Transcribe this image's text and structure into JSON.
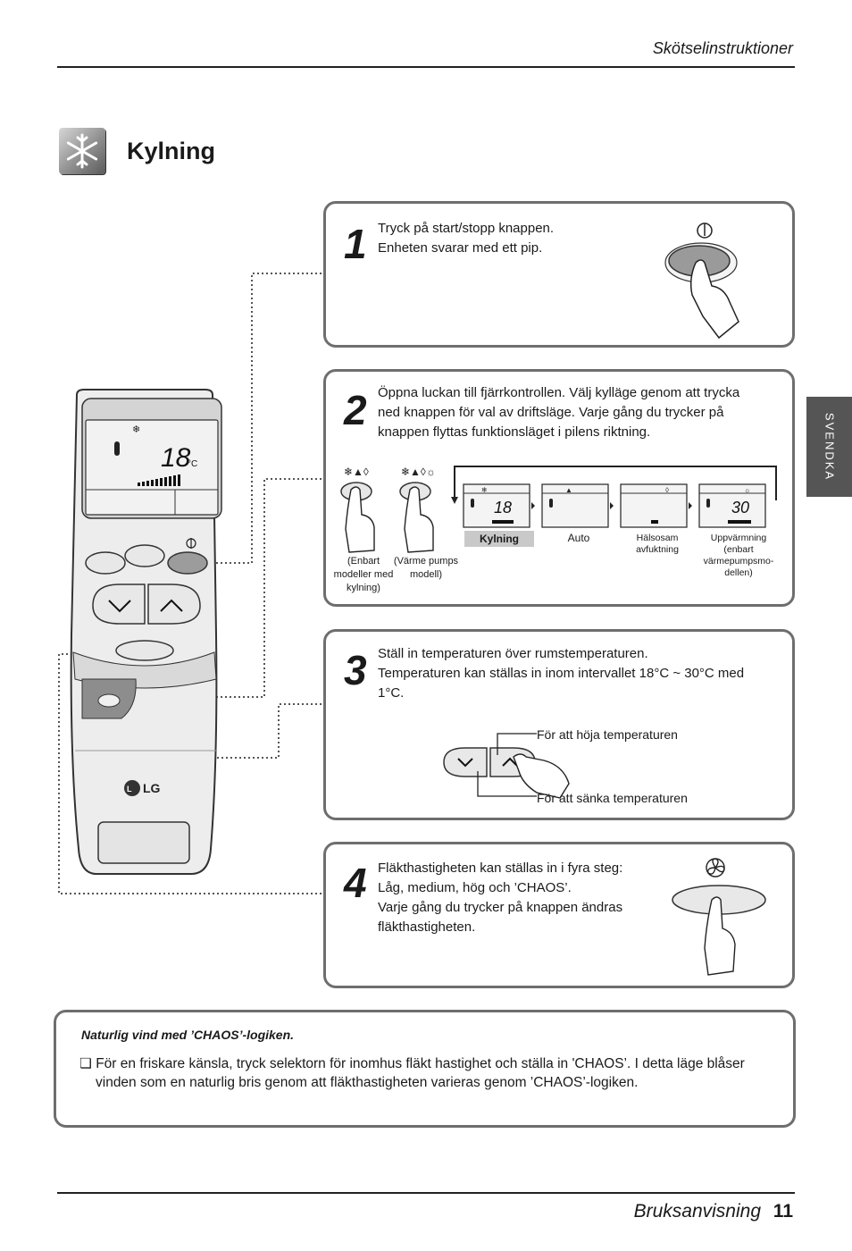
{
  "header": {
    "title": "Skötselinstruktioner"
  },
  "section": {
    "title": "Kylning"
  },
  "side_tab": {
    "label": "SVENDKA"
  },
  "remote": {
    "display_temp": "18",
    "unit": "°C",
    "brand": "LG"
  },
  "steps": [
    {
      "number": "1",
      "lines": [
        "Tryck på start/stopp knappen.",
        "Enheten svarar med ett pip."
      ]
    },
    {
      "number": "2",
      "lines": [
        "Öppna luckan till fjärrkontrollen. Välj kylläge genom att trycka",
        "ned knappen för val av driftsläge. Varje gång du trycker på",
        "knappen flyttas funktionsläget i pilens riktning."
      ]
    },
    {
      "number": "3",
      "lines": [
        "Ställ in temperaturen över rumstemperaturen.",
        "Temperaturen kan ställas in inom intervallet 18°C ~ 30°C med",
        "1°C."
      ]
    },
    {
      "number": "4",
      "lines": [
        "Fläkthastigheten kan ställas in i fyra steg:",
        "Låg, medium, hög och ’CHAOS’.",
        "Varje gång du trycker på knappen ändras",
        "fläkthastigheten."
      ]
    }
  ],
  "mode_buttons": [
    {
      "lines": [
        "(Enbart",
        "modeller med",
        "kylning)"
      ]
    },
    {
      "lines": [
        "(Värme pumps",
        "modell)"
      ]
    }
  ],
  "modes": [
    {
      "label": "Kylning",
      "display": "18",
      "active": true
    },
    {
      "label": "Auto",
      "display": "",
      "active": false
    },
    {
      "label_lines": [
        "Hälsosam",
        "avfuktning"
      ],
      "display": "",
      "active": false
    },
    {
      "label_lines": [
        "Uppvärmning",
        "(enbart",
        "värmepumpsmo-",
        "dellen)"
      ],
      "display": "30",
      "active": false
    }
  ],
  "temp_labels": {
    "up": "För att höja temperaturen",
    "down": "För att sänka temperaturen"
  },
  "note": {
    "title": "Naturlig vind med ’CHAOS’-logiken.",
    "bullet": "❏",
    "line1": "För en friskare känsla, tryck selektorn för inomhus fläkt hastighet och ställa in 'CHAOS’. I detta läge blåser",
    "line2": "vinden som en naturlig bris genom att fläkthastigheten varieras genom ’CHAOS’-logiken."
  },
  "footer": {
    "title": "Bruksanvisning",
    "page": "11"
  },
  "colors": {
    "rule": "#222222",
    "box_border": "#6e6e6e",
    "tab_bg": "#555555",
    "chip_bg": "#c9c9c9"
  }
}
